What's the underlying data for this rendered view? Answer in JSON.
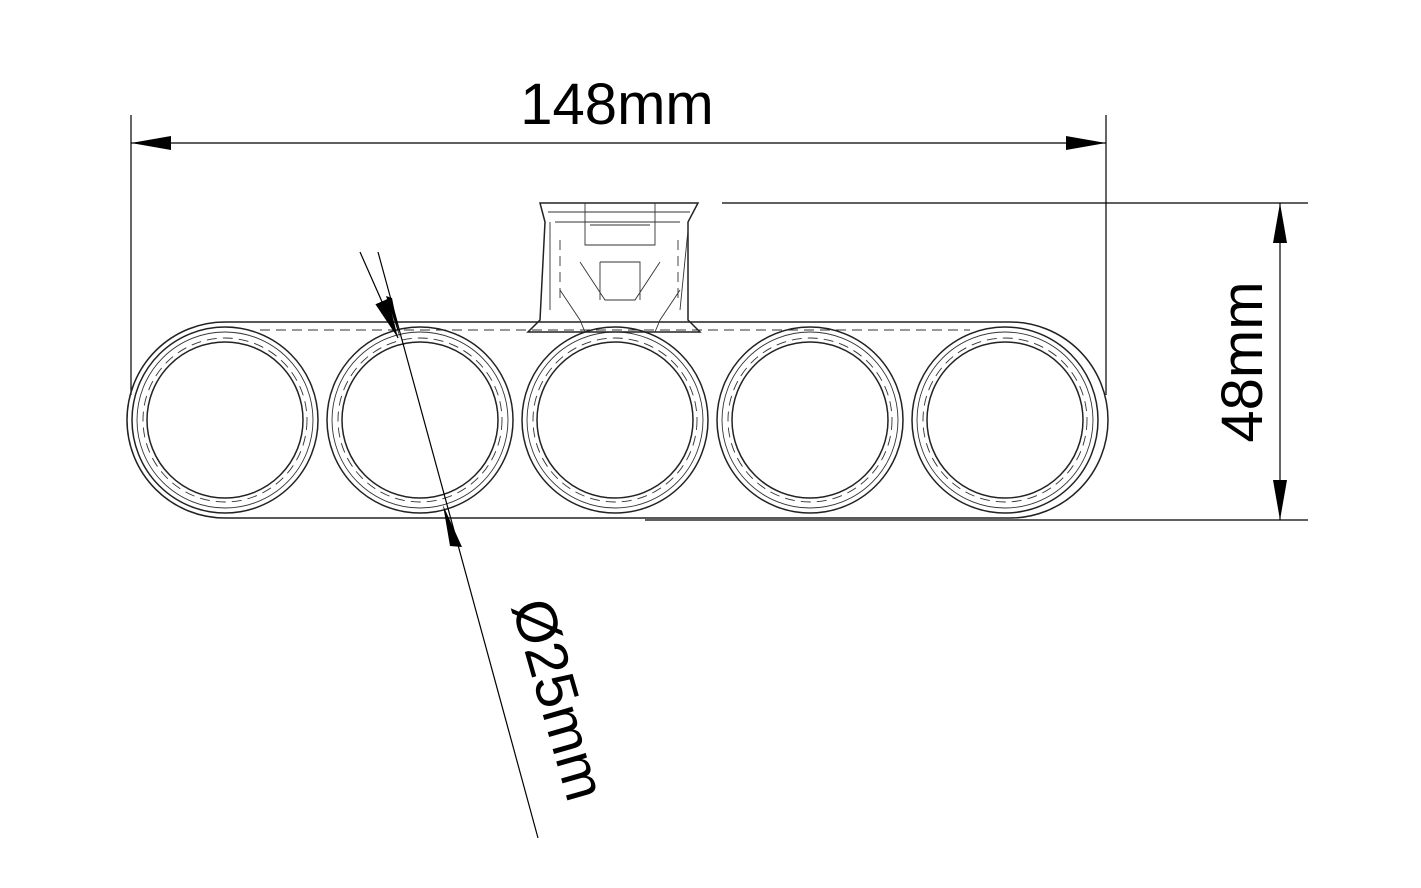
{
  "dimensions": {
    "width_label": "148mm",
    "height_label": "48mm",
    "diameter_label": "Ø25mm"
  },
  "holder": {
    "slot_count": 5
  }
}
